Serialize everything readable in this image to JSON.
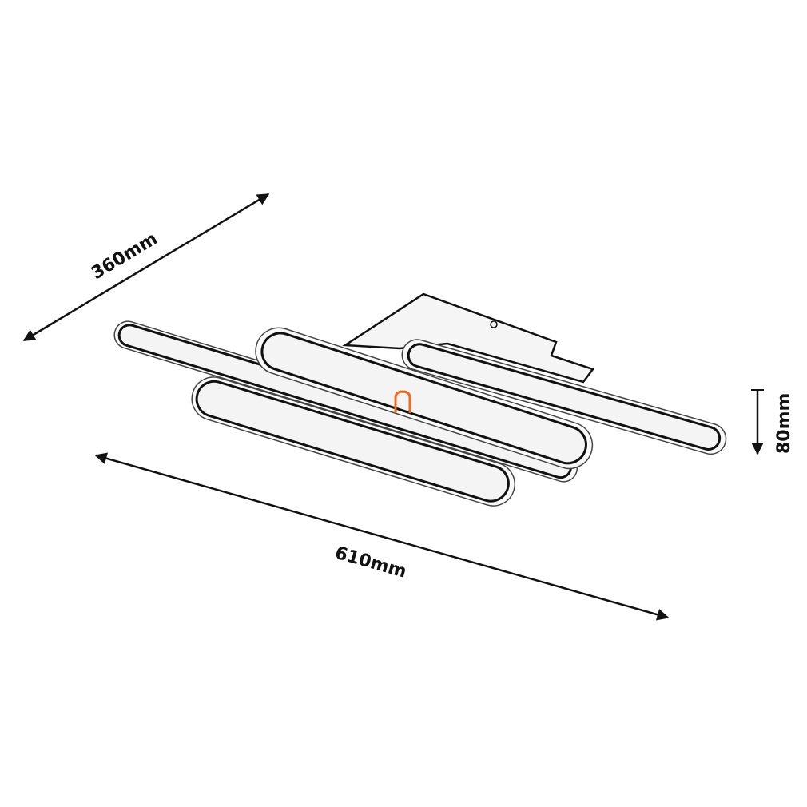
{
  "title": "Ceiling lamp dimension drawing",
  "dimensions": {
    "depth": "360mm",
    "width": "610mm",
    "height": "80mm"
  },
  "colors": {
    "line": "#111111",
    "marker": "#f26a1b"
  },
  "icons": [
    "arrow-icon",
    "orange-arch-marker-icon"
  ]
}
